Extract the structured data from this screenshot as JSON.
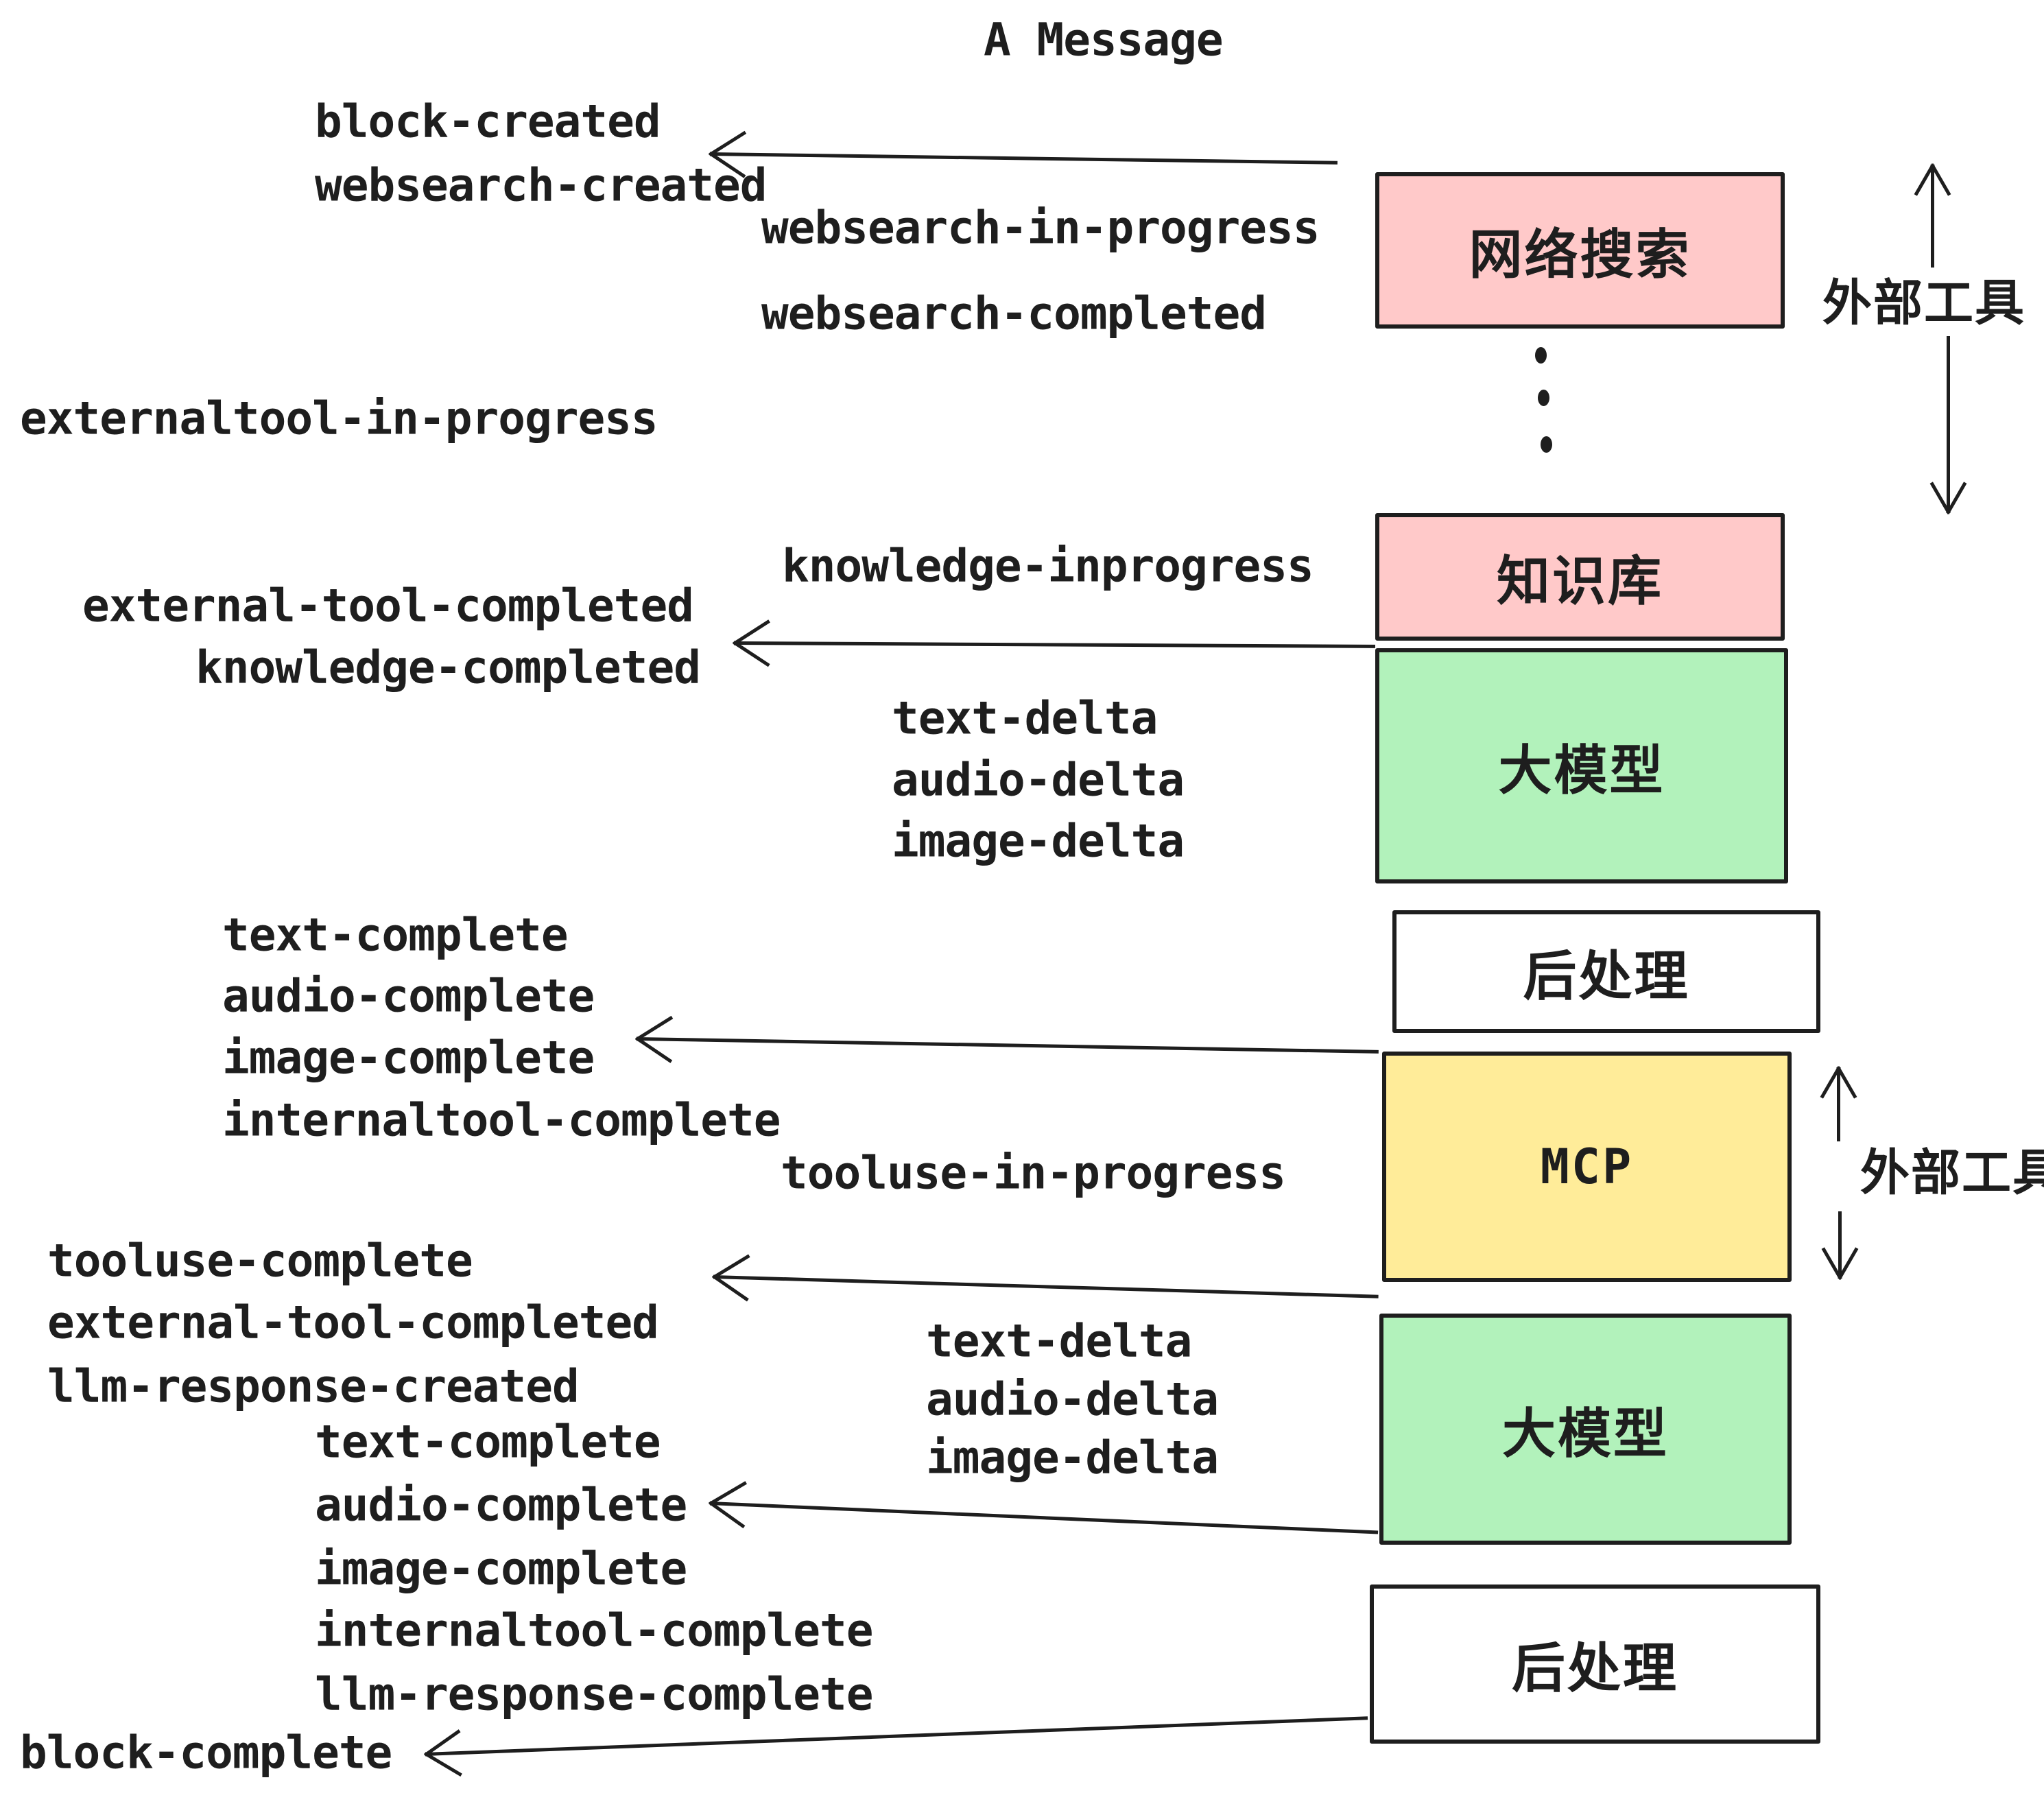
{
  "title": "A Message",
  "colors": {
    "box_pink": "#ffc9c9",
    "box_green": "#b2f2bb",
    "box_yellow": "#ffec99",
    "box_white": "#ffffff",
    "ink": "#1e1e1e"
  },
  "boxes": {
    "websearch": "网络搜索",
    "knowledge": "知识库",
    "llm": "大模型",
    "postprocess": "后处理",
    "mcp": "MCP"
  },
  "side_labels": {
    "external_tools": "外部工具"
  },
  "events": {
    "block_created": "block-created",
    "websearch_created": "websearch-created",
    "websearch_in_progress": "websearch-in-progress",
    "websearch_completed": "websearch-completed",
    "externaltool_in_progress": "externaltool-in-progress",
    "external_tool_completed": "external-tool-completed",
    "knowledge_inprogress": "knowledge-inprogress",
    "knowledge_completed": "knowledge-completed",
    "text_delta": "text-delta",
    "audio_delta": "audio-delta",
    "image_delta": "image-delta",
    "text_complete": "text-complete",
    "audio_complete": "audio-complete",
    "image_complete": "image-complete",
    "internaltool_complete": "internaltool-complete",
    "tooluse_in_progress": "tooluse-in-progress",
    "tooluse_complete": "tooluse-complete",
    "llm_response_created": "llm-response-created",
    "llm_response_complete": "llm-response-complete",
    "block_complete": "block-complete"
  }
}
